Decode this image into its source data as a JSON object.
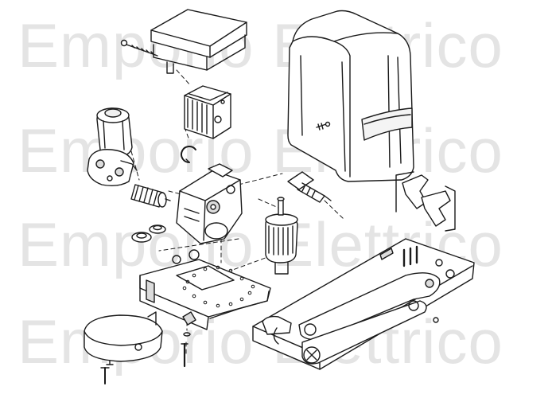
{
  "watermark": {
    "text": "Emporio Elettrico",
    "color": "#e4e4e4",
    "repeat_count": 4
  },
  "diagram": {
    "type": "exploded-parts-view",
    "line_color": "#1a1a1a",
    "shade_color": "#dcdcdc",
    "parts": [
      "control-box",
      "long-screw",
      "transformer",
      "housing-cover",
      "cover-screw",
      "electric-motor",
      "motor-gearhead",
      "worm-screw",
      "circlip",
      "gearbox-body",
      "drive-gear",
      "limit-switch-shaft",
      "bushing",
      "mounting-plate",
      "base-cup-cover",
      "screws",
      "release-key",
      "foundation-base",
      "release-arm"
    ]
  }
}
